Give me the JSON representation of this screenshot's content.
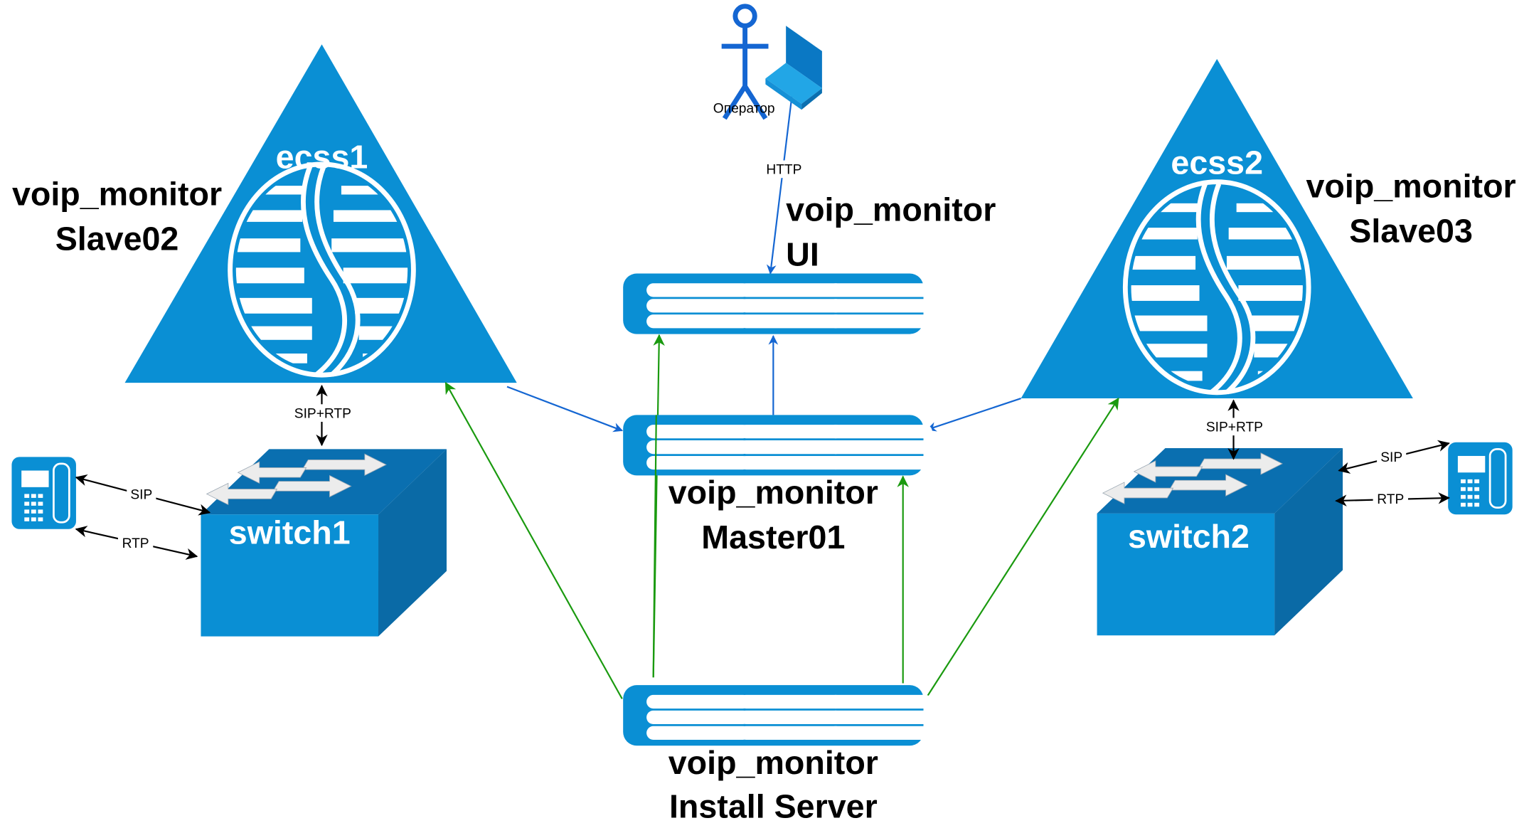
{
  "diagram": {
    "colors": {
      "node_blue": "#0a8fd4",
      "switch_top": "#0a6fb0",
      "switch_side": "#0a72b0",
      "edge_blue": "#1466d2",
      "edge_green": "#1a9a0f",
      "edge_black": "#000000"
    },
    "nodes": {
      "ecss1": {
        "title": "ecss1",
        "label_line1": "voip_monitor",
        "label_line2": "Slave02"
      },
      "ecss2": {
        "title": "ecss2",
        "label_line1": "voip_monitor",
        "label_line2": "Slave03"
      },
      "ui_server": {
        "label_line1": "voip_monitor",
        "label_line2": "UI"
      },
      "master_server": {
        "label_line1": "voip_monitor",
        "label_line2": "Master01"
      },
      "install_server": {
        "label_line1": "voip_monitor",
        "label_line2": "Install Server"
      },
      "switch1": {
        "title": "switch1"
      },
      "switch2": {
        "title": "switch2"
      },
      "operator": {
        "label": "Оператор"
      }
    },
    "edges": {
      "http": "HTTP",
      "sip_rtp_left": "SIP+RTP",
      "sip_rtp_right": "SIP+RTP",
      "sip_left": "SIP",
      "rtp_left": "RTP",
      "sip_right": "SIP",
      "rtp_right": "RTP"
    }
  }
}
